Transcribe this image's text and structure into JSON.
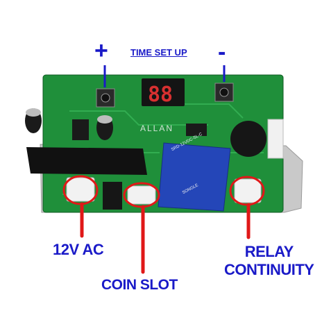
{
  "labels": {
    "plus": "+",
    "minus": "-",
    "time_set_up": "TIME SET UP",
    "ac_12v": "12V AC",
    "coin_slot": "COIN SLOT",
    "relay_line1": "RELAY",
    "relay_line2": "CONTINUITY"
  },
  "board": {
    "brand": "ALLAN",
    "relay_marking": "SRD-12VDC-SL-C",
    "relay_maker": "SONGLE",
    "display_digits": "88"
  },
  "colors": {
    "pcb": "#1f8f3a",
    "label_blue": "#1a1ac8",
    "callout_red": "#e01818",
    "relay_blue": "#2446b8"
  }
}
